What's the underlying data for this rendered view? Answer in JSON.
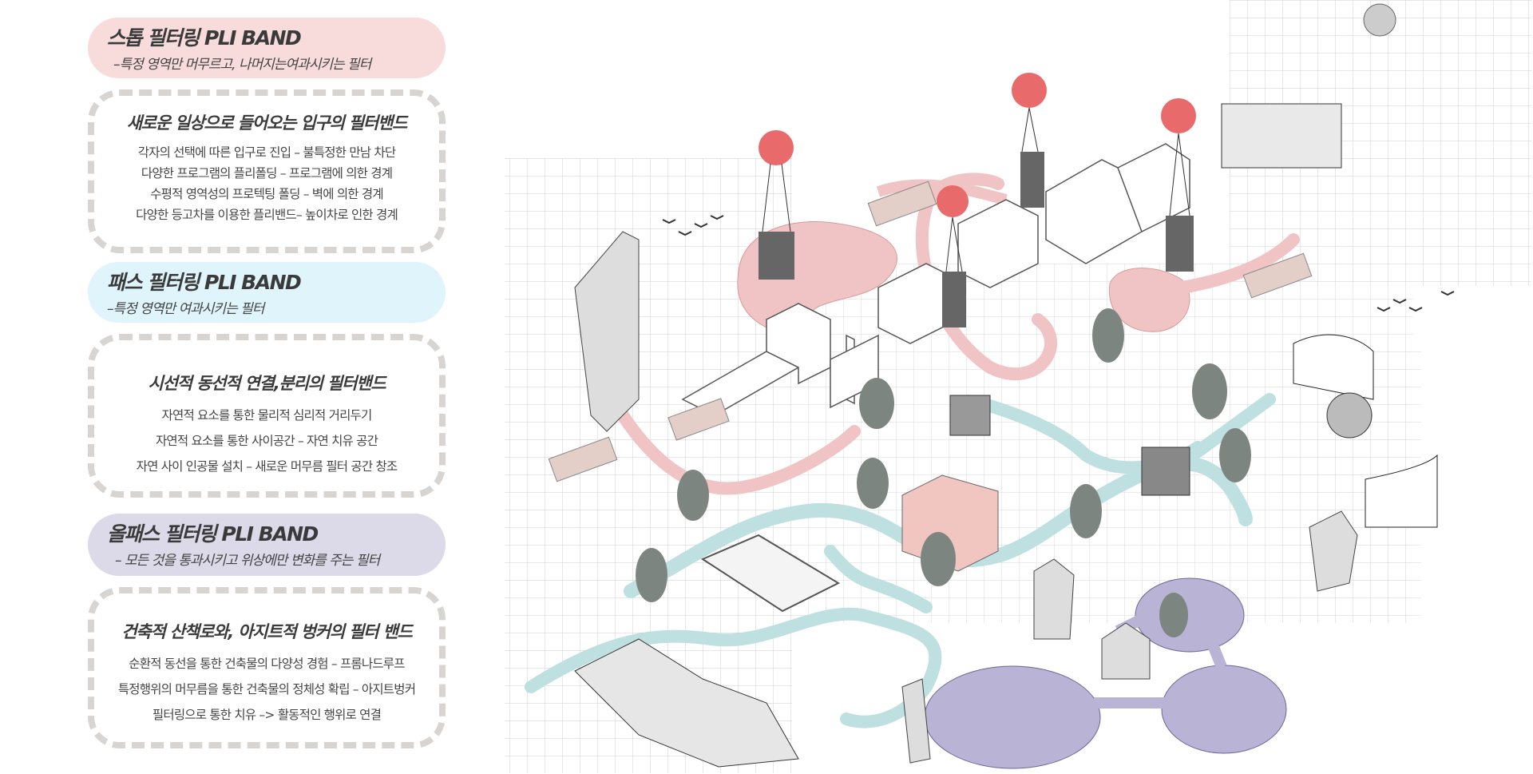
{
  "sections": [
    {
      "band_title": "스톱 필터링 PLI BAND",
      "band_subtitle": "–특정 영역만 머무르고, 나머지는여과시키는 필터",
      "color": "#f8dcdc",
      "box_title": "새로운 일상으로 들어오는 입구의 필터밴드",
      "lines": [
        "각자의 선택에 따른 입구로 진입 – 불특정한 만남 차단",
        "다양한 프로그램의 플리폴딩 – 프로그램에 의한 경계",
        "수평적 영역성의 프로텍팅 폴딩 – 벽에 의한 경계",
        "다양한 등고차를 이용한 플리밴드– 높이차로 인한 경계"
      ]
    },
    {
      "band_title": "패스 필터링 PLI BAND",
      "band_subtitle": "–특정 영역만 여과시키는 필터",
      "color": "#dff4fb",
      "box_title": "시선적 동선적 연결,분리의 필터밴드",
      "lines": [
        "자연적 요소를 통한 물리적 심리적 거리두기",
        "자연적 요소를 통한 사이공간 – 자연 치유 공간",
        "자연 사이 인공물 설치 – 새로운 머무름 필터 공간 창조"
      ]
    },
    {
      "band_title": "올패스 필터링 PLI BAND",
      "band_subtitle": "– 모든 것을 통과시키고 위상에만 변화를 주는 필터",
      "color": "#dcd9e8",
      "box_title": "건축적 산책로와, 아지트적 벙커의 필터 밴드",
      "lines": [
        "순환적 동선을 통한 건축물의 다양성 경험 – 프롬나드루프",
        "특정행위의 머무름을 통한 건축물의 정체성 확립 – 아지트벙커",
        "필터링으로 통한 치유 –> 활동적인 행위로 연결"
      ]
    }
  ],
  "colors": {
    "stop_path": "#f0c4c4",
    "pass_path": "#bfe0e0",
    "allpass_zone": "#b9b3d6",
    "balloon": "#e86a6a",
    "tree": "#7d8580",
    "grid": "#c9c9c9"
  }
}
